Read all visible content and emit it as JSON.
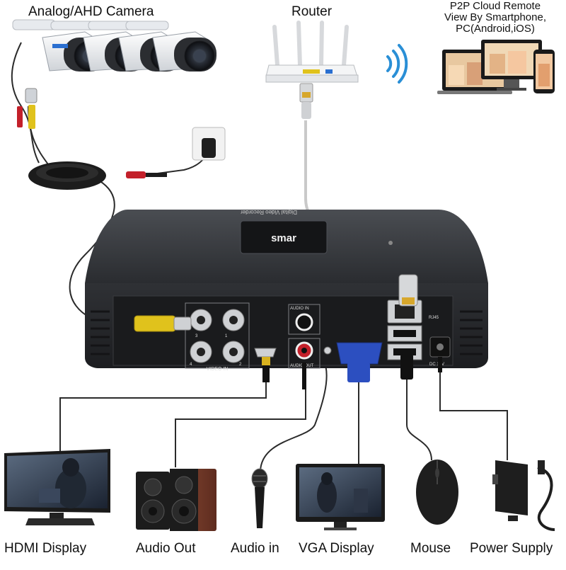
{
  "labels": {
    "camera": "Analog/AHD Camera",
    "router": "Router",
    "p2p_line1": "P2P Cloud Remote",
    "p2p_line2": "View By Smartphone,",
    "p2p_line3": "PC(Android,iOS)"
  },
  "dvr": {
    "brand": "smar",
    "top_text": "Digital Video Recorder",
    "port_audio_in": "AUDIO IN",
    "port_audio_out": "AUDIO OUT",
    "port_video_in": "VIDEO IN",
    "port_rj45": "RJ45",
    "port_dc": "DC 12V",
    "bnc_numbers": [
      "3",
      "1",
      "4",
      "2"
    ]
  },
  "devices": [
    {
      "id": "hdmi",
      "label": "HDMI Display",
      "icon": "monitor-icon"
    },
    {
      "id": "audio_out",
      "label": "Audio Out",
      "icon": "speaker-icon"
    },
    {
      "id": "audio_in",
      "label": "Audio in",
      "icon": "microphone-icon"
    },
    {
      "id": "vga",
      "label": "VGA Display",
      "icon": "monitor-icon"
    },
    {
      "id": "mouse",
      "label": "Mouse",
      "icon": "mouse-icon"
    },
    {
      "id": "power",
      "label": "Power Supply",
      "icon": "power-adapter-icon"
    }
  ],
  "colors": {
    "dvr_body": "#2a2c30",
    "cable": "#2b2b2b",
    "network_cable": "#c9c9c9",
    "bnc_yellow": "#e0c21c",
    "rca_red": "#c3202a",
    "vga_blue": "#2c4fc0",
    "speaker_wood": "#7a3b2a",
    "wifi_blue": "#2a8fd6"
  }
}
